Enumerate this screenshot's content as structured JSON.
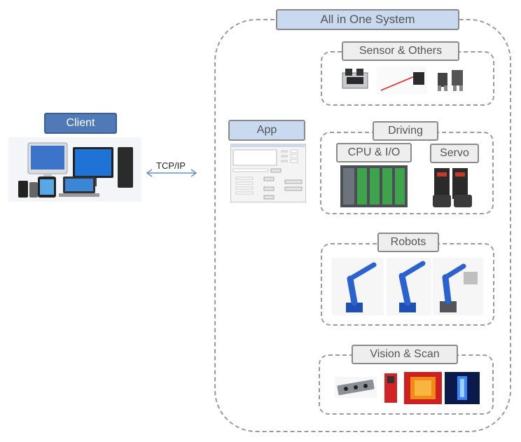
{
  "nodes": {
    "client": "Client",
    "system": "All in One System",
    "app": "App",
    "sensor": "Sensor & Others",
    "driving": "Driving",
    "cpu": "CPU & I/O",
    "servo": "Servo",
    "robots": "Robots",
    "vision": "Vision & Scan"
  },
  "edge": {
    "label": "TCP/IP"
  }
}
